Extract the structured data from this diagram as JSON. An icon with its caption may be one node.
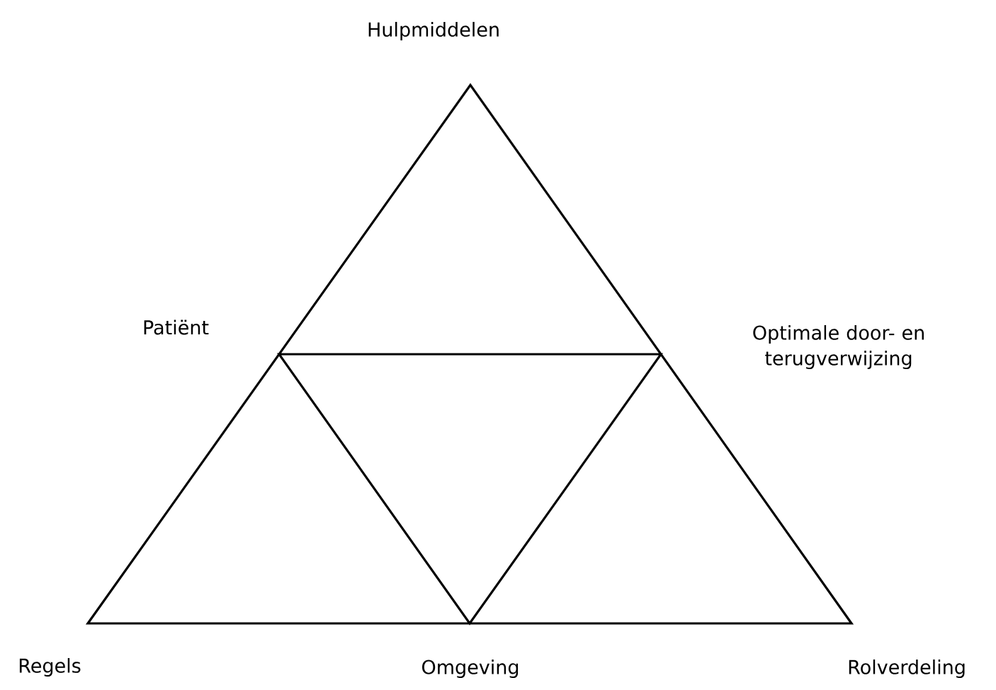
{
  "diagram": {
    "labels": [
      "Hulpmiddelen",
      "Patiënt",
      "Optimale door- en terugverwijzing",
      "Regels",
      "Omgeving",
      "Rolverdeling"
    ]
  }
}
